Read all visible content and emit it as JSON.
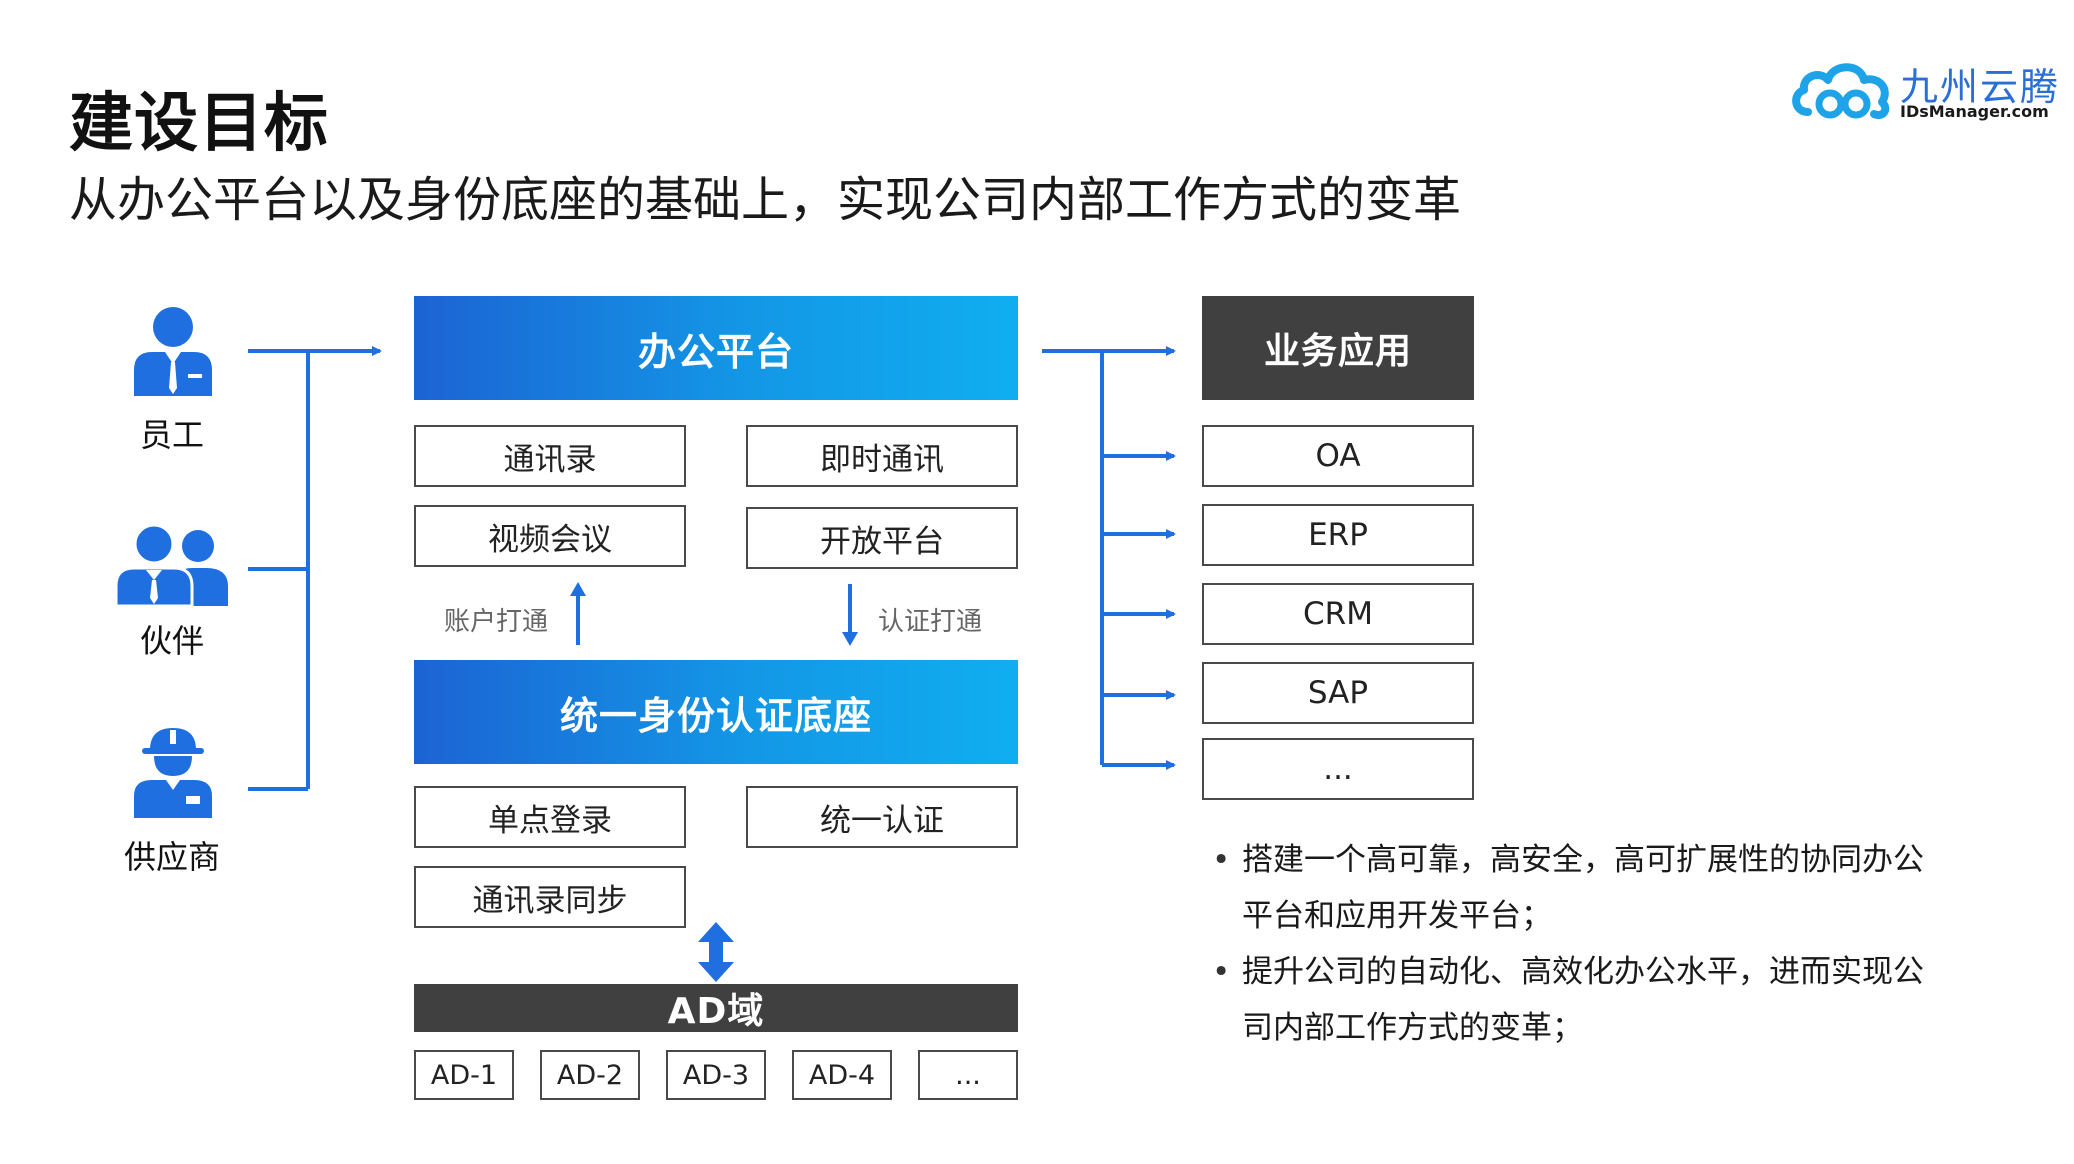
{
  "header": {
    "title": "建设目标",
    "subtitle": "从办公平台以及身份底座的基础上，实现公司内部工作方式的变革"
  },
  "logo": {
    "cn": "九州云腾",
    "en": "IDsManager.com",
    "icon": "cloud-logo-icon"
  },
  "actors": [
    {
      "label": "员工",
      "icon": "employee-icon"
    },
    {
      "label": "伙伴",
      "icon": "partner-icon"
    },
    {
      "label": "供应商",
      "icon": "supplier-icon"
    }
  ],
  "office_platform": {
    "title": "办公平台",
    "items": [
      "通讯录",
      "即时通讯",
      "视频会议",
      "开放平台"
    ]
  },
  "flows": {
    "account_sync": "账户打通",
    "auth_sync": "认证打通"
  },
  "identity_base": {
    "title": "统一身份认证底座",
    "items": [
      "单点登录",
      "统一认证",
      "通讯录同步"
    ]
  },
  "ad_domain": {
    "title": "AD域",
    "items": [
      "AD-1",
      "AD-2",
      "AD-3",
      "AD-4",
      "..."
    ]
  },
  "business_apps": {
    "title": "业务应用",
    "items": [
      "OA",
      "ERP",
      "CRM",
      "SAP",
      "..."
    ]
  },
  "bullets": [
    "搭建一个高可靠，高安全，高可扩展性的协同办公平台和应用开发平台；",
    "提升公司的自动化、高效化办公水平，进而实现公司内部工作方式的变革；"
  ],
  "colors": {
    "accent_blue": "#1f6fe0",
    "gradient_start": "#1c63d4",
    "gradient_end": "#10aef0",
    "dark_header": "#404040"
  }
}
